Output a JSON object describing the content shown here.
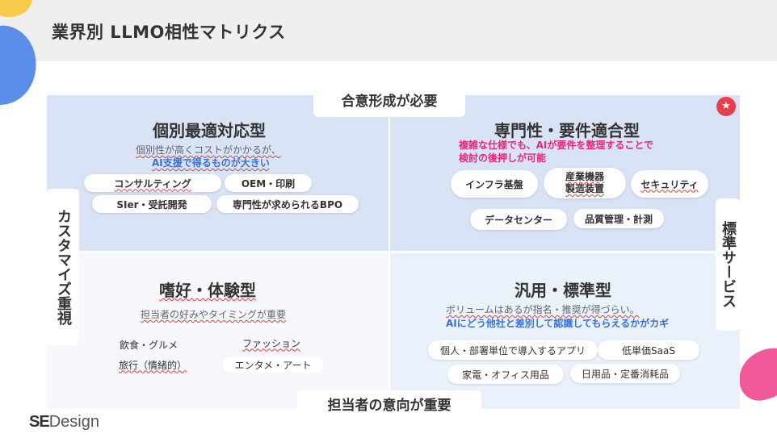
{
  "page": {
    "title": "業界別 LLMO相性マトリクス"
  },
  "axes": {
    "top": "合意形成が必要",
    "bottom": "担当者の意向が重要",
    "left": "カスタマイズ重視",
    "right": "標準サービス"
  },
  "quadrants": {
    "top_left": {
      "title": "個別最適対応型",
      "desc1": "個別性が高くコストがかかるが、",
      "desc2": "AI支援で得るものが大きい",
      "items": [
        "コンサルティング",
        "OEM・印刷",
        "SIer・受託開発",
        "専門性が求められるBPO"
      ]
    },
    "top_right": {
      "title": "専門性・要件適合型",
      "desc1": "複雑な仕様でも、AIが要件を整理することで",
      "desc2": "検討の後押しが可能",
      "items": [
        "インフラ基盤",
        "産業機器",
        "製造装置",
        "セキュリティ",
        "データセンター",
        "品質管理・計測"
      ],
      "badge_icon": "star-icon"
    },
    "bottom_left": {
      "title": "嗜好・体験型",
      "desc1": "担当者の好みやタイミングが重要",
      "items": [
        "飲食・グルメ",
        "ファッション",
        "旅行（情緒的）",
        "エンタメ・アート"
      ]
    },
    "bottom_right": {
      "title": "汎用・標準型",
      "desc1": "ボリュームはあるが指名・推奨が得づらい。",
      "desc2": "AIにどう他社と差別して認識してもらえるかがカギ",
      "items": [
        "個人・部署単位で導入するアプリ",
        "低単価SaaS",
        "家電・オフィス用品",
        "日用品・定番消耗品"
      ]
    }
  },
  "logo": {
    "brand_bold": "SE",
    "brand_rest": "Design"
  },
  "colors": {
    "quadrant_top": "#d8e3f6",
    "quadrant_bottom_left": "#f5f7fb",
    "quadrant_bottom_right": "#eaf1fb",
    "accent_blue": "#3a6fd8",
    "accent_pink": "#e8267a",
    "badge_red": "#e8404a"
  }
}
